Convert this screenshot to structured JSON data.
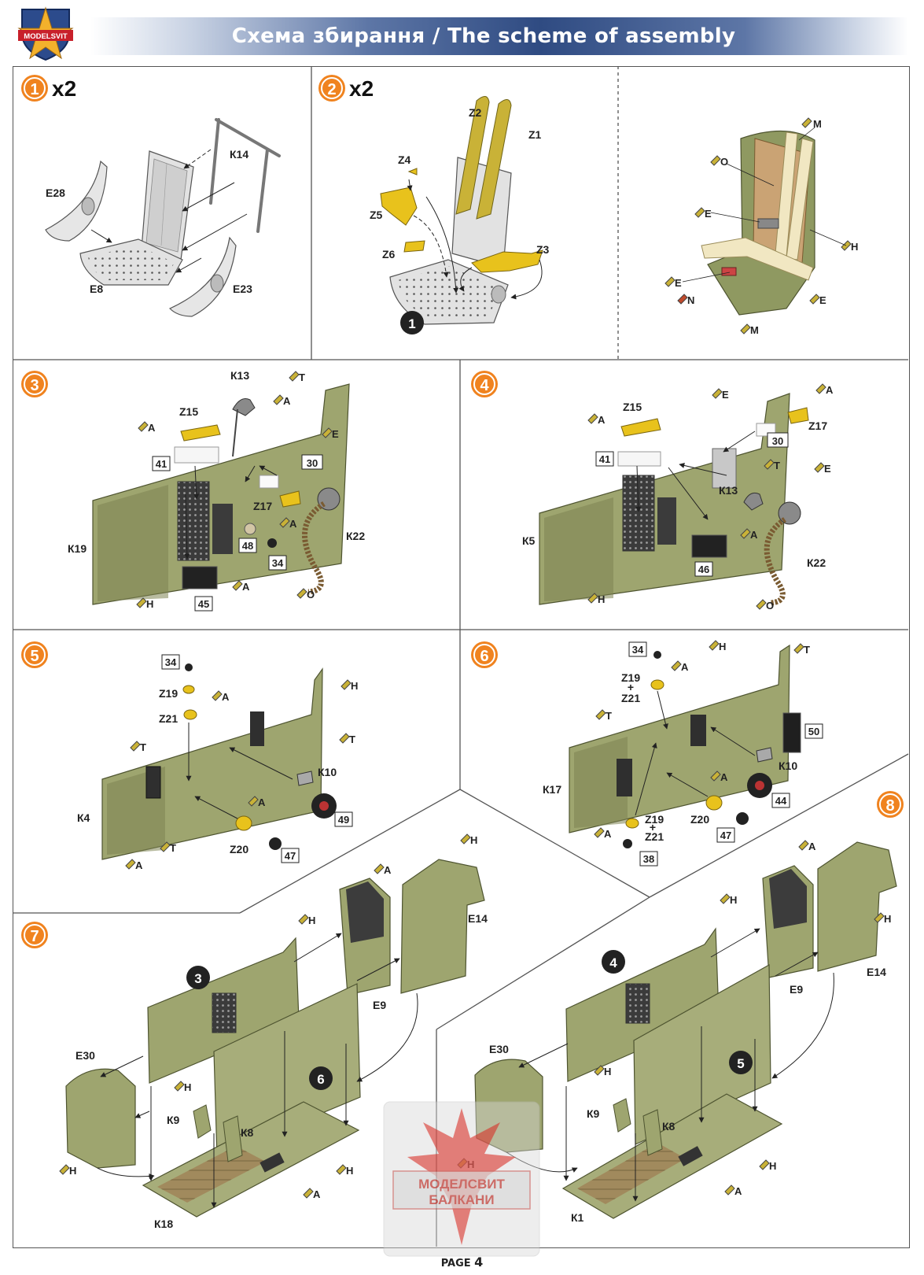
{
  "header": {
    "logo_text": "MODELSVIT",
    "title": "Схема збирання / The scheme of assembly"
  },
  "colors": {
    "step_orange": "#f0831f",
    "olive": "#9ea56f",
    "olive_dark": "#7d8452",
    "seat_grey": "#e2e2e2",
    "photoetch_yellow": "#e8c21c",
    "harness_cream": "#f1e7c2",
    "header_blue": "#2f4b82"
  },
  "steps": [
    {
      "number": "1",
      "multiplier": "x2"
    },
    {
      "number": "2",
      "multiplier": "x2"
    },
    {
      "number": "3"
    },
    {
      "number": "4"
    },
    {
      "number": "5"
    },
    {
      "number": "6"
    },
    {
      "number": "7"
    },
    {
      "number": "8"
    }
  ],
  "step1": {
    "parts": [
      "К14",
      "Е28",
      "Е8",
      "Е23"
    ]
  },
  "step2": {
    "parts": [
      "Z2",
      "Z1",
      "Z4",
      "Z5",
      "Z6",
      "Z3"
    ],
    "subassembly": "1"
  },
  "step2b": {
    "paints": [
      "M",
      "O",
      "E",
      "H",
      "E",
      "N",
      "E",
      "M"
    ]
  },
  "step3": {
    "parts": [
      "К13",
      "Z15",
      "Z17",
      "К22",
      "К19"
    ],
    "paints": [
      "T",
      "A",
      "A",
      "E",
      "A",
      "A",
      "O",
      "H"
    ],
    "decals": [
      "41",
      "30",
      "48",
      "34",
      "45"
    ]
  },
  "step4": {
    "parts": [
      "Z15",
      "Z17",
      "К13",
      "К22",
      "К5"
    ],
    "paints": [
      "E",
      "A",
      "A",
      "T",
      "E",
      "A",
      "O",
      "H"
    ],
    "decals": [
      "41",
      "30",
      "46"
    ]
  },
  "step5": {
    "parts": [
      "Z19",
      "Z21",
      "К10",
      "К4",
      "Z20"
    ],
    "paints": [
      "A",
      "H",
      "T",
      "T",
      "A",
      "A",
      "T"
    ],
    "decals": [
      "34",
      "49",
      "47"
    ]
  },
  "step6": {
    "parts": [
      "Z19",
      "Z21",
      "К10",
      "К17",
      "Z20",
      "Z19",
      "Z21"
    ],
    "paints": [
      "H",
      "T",
      "A",
      "T",
      "A",
      "A"
    ],
    "decals": [
      "34",
      "50",
      "44",
      "47",
      "38"
    ],
    "plus": "+"
  },
  "step7": {
    "parts": [
      "Е14",
      "Е9",
      "Е30",
      "К9",
      "К8",
      "К18"
    ],
    "paints": [
      "H",
      "A",
      "H",
      "H",
      "H",
      "H",
      "A"
    ],
    "subassemblies": [
      "3",
      "6"
    ]
  },
  "step8": {
    "parts": [
      "Е14",
      "Е9",
      "Е30",
      "К9",
      "К8",
      "К1"
    ],
    "paints": [
      "A",
      "H",
      "H",
      "H",
      "H",
      "H",
      "A"
    ],
    "subassemblies": [
      "4",
      "5"
    ]
  },
  "watermark": {
    "line1": "МОДЕЛСВИТ",
    "line2": "БАЛКАНИ"
  },
  "footer": {
    "page_word": "PAGE",
    "page_number": "4"
  }
}
